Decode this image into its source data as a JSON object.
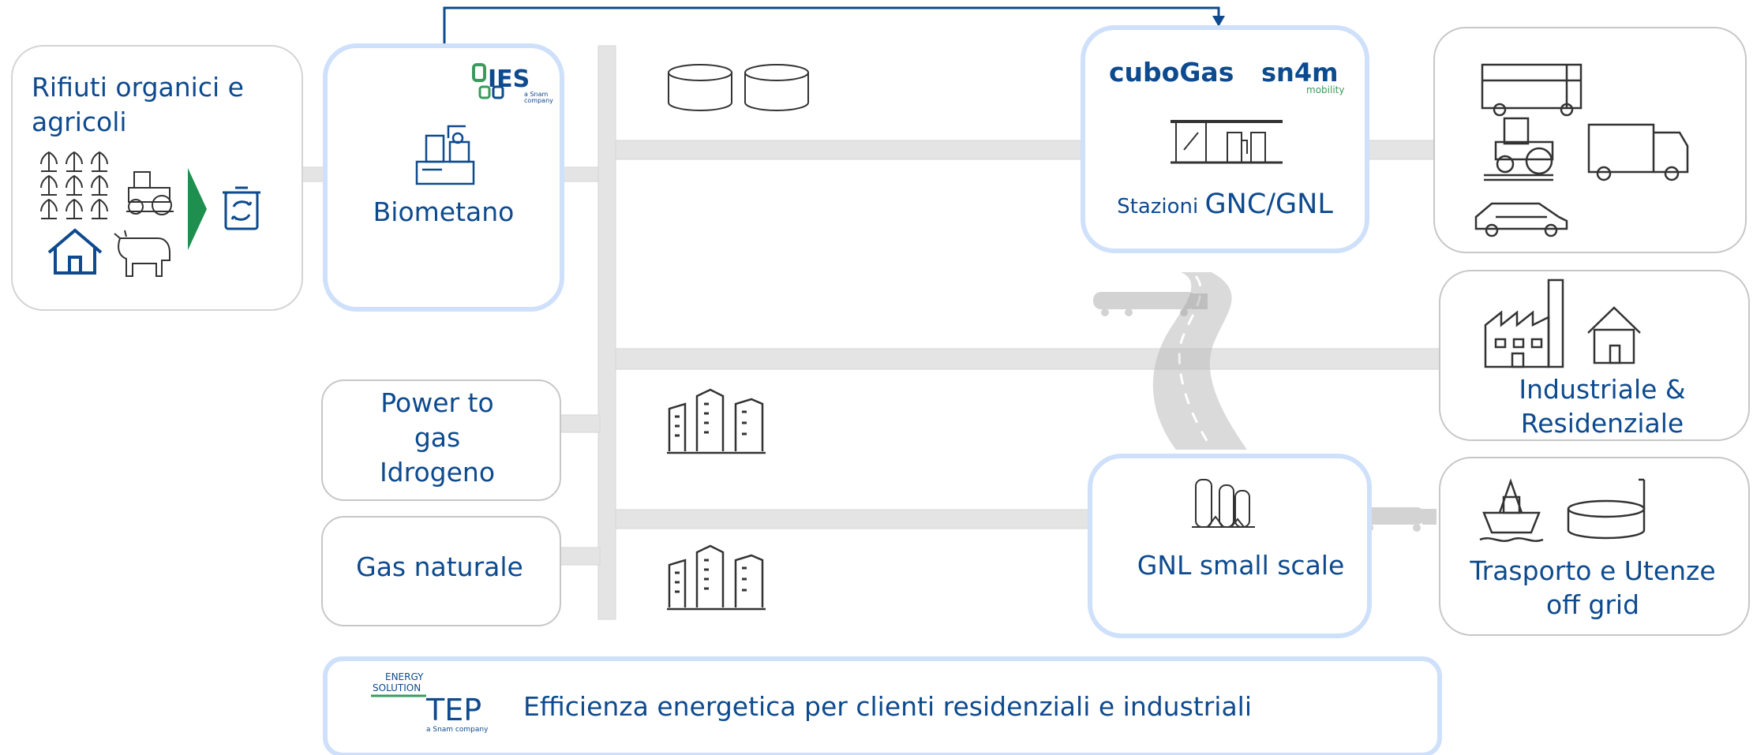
{
  "colors": {
    "brand_blue": "#0d4a8e",
    "light_blue_border": "#cfe0fb",
    "grey_border": "#c7c7c7",
    "pipe_grey": "#e4e4e4",
    "arrow_green": "#1e8f4e"
  },
  "sources": {
    "waste": {
      "title_line1": "Rifiuti organici e",
      "title_line2": "agricoli"
    },
    "biomethane": {
      "label": "Biometano",
      "logo_text": "IES",
      "logo_sub1": "a Snam",
      "logo_sub2": "company"
    },
    "power_to_gas": {
      "line1": "Power to",
      "line2": "gas",
      "line3": "Idrogeno"
    },
    "natural_gas": {
      "label": "Gas naturale"
    }
  },
  "stations": {
    "label_small": "Stazioni ",
    "label_big": "GNC/GNL",
    "cubogas_logo": "cuboGas",
    "snam_logo": "sn4m",
    "snam_sub": "mobility"
  },
  "gnl_small_scale": {
    "label": "GNL small scale"
  },
  "uses": {
    "industrial": {
      "line1": "Industriale &",
      "line2": "Residenziale"
    },
    "transport": {
      "line1": "Trasporto e Utenze",
      "line2": "off grid"
    }
  },
  "efficiency": {
    "label": "Efficienza energetica per clienti residenziali e industriali",
    "logo_top1": "ENERGY",
    "logo_top2": "SOLUTION",
    "logo_main": "TEP",
    "logo_sub": "a Snam company"
  },
  "icons": [
    "crops-icon",
    "tractor-icon",
    "house-icon",
    "cow-icon",
    "recycle-bin-icon",
    "biogas-plant-icon",
    "storage-tanks-icon",
    "gas-station-icon",
    "bus-icon",
    "truck-icon",
    "car-icon",
    "factory-icon",
    "city-buildings-icon",
    "lng-tanks-icon",
    "ship-icon",
    "tank-icon",
    "road-icon",
    "lng-truck-icon"
  ]
}
